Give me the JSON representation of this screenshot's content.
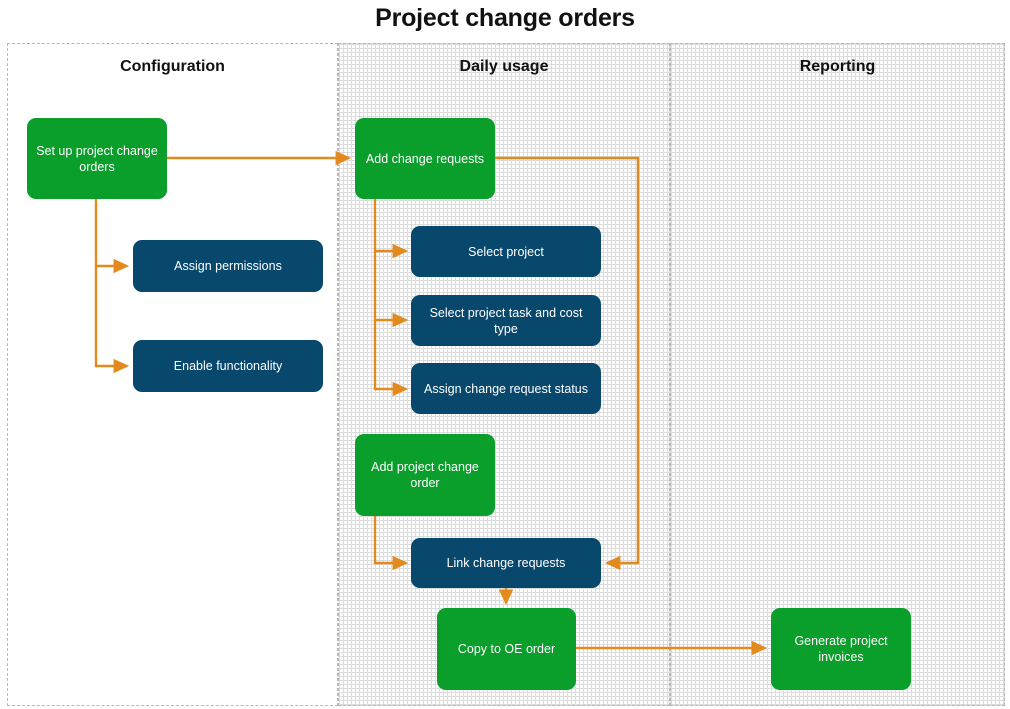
{
  "title": "Project change orders",
  "colors": {
    "green": "#0a9e2b",
    "blue": "#08486c",
    "connector": "#e28a1e",
    "lane_border": "#b8b8b8",
    "title_text": "#111111",
    "node_text": "#ffffff"
  },
  "lanes": [
    {
      "id": "configuration",
      "label": "Configuration",
      "background": "plain"
    },
    {
      "id": "daily-usage",
      "label": "Daily usage",
      "background": "textured"
    },
    {
      "id": "reporting",
      "label": "Reporting",
      "background": "textured"
    }
  ],
  "nodes": [
    {
      "id": "set-up-project-change-orders",
      "label": "Set up project change orders",
      "type": "green",
      "lane": "configuration"
    },
    {
      "id": "assign-permissions",
      "label": "Assign permissions",
      "type": "blue",
      "lane": "configuration"
    },
    {
      "id": "enable-functionality",
      "label": "Enable functionality",
      "type": "blue",
      "lane": "configuration"
    },
    {
      "id": "add-change-requests",
      "label": "Add change requests",
      "type": "green",
      "lane": "daily-usage"
    },
    {
      "id": "select-project",
      "label": "Select project",
      "type": "blue",
      "lane": "daily-usage"
    },
    {
      "id": "select-project-task-and-cost-type",
      "label": "Select project task and cost type",
      "type": "blue",
      "lane": "daily-usage"
    },
    {
      "id": "assign-change-request-status",
      "label": "Assign change request status",
      "type": "blue",
      "lane": "daily-usage"
    },
    {
      "id": "add-project-change-order",
      "label": "Add project change order",
      "type": "green",
      "lane": "daily-usage"
    },
    {
      "id": "link-change-requests",
      "label": "Link change requests",
      "type": "blue",
      "lane": "daily-usage"
    },
    {
      "id": "copy-to-oe-order",
      "label": "Copy to OE order",
      "type": "green",
      "lane": "daily-usage"
    },
    {
      "id": "generate-project-invoices",
      "label": "Generate project invoices",
      "type": "green",
      "lane": "reporting"
    }
  ],
  "edges": [
    {
      "from": "set-up-project-change-orders",
      "to": "add-change-requests"
    },
    {
      "from": "set-up-project-change-orders",
      "to": "assign-permissions"
    },
    {
      "from": "set-up-project-change-orders",
      "to": "enable-functionality"
    },
    {
      "from": "add-change-requests",
      "to": "select-project"
    },
    {
      "from": "add-change-requests",
      "to": "select-project-task-and-cost-type"
    },
    {
      "from": "add-change-requests",
      "to": "assign-change-request-status"
    },
    {
      "from": "add-change-requests",
      "to": "link-change-requests"
    },
    {
      "from": "add-project-change-order",
      "to": "link-change-requests"
    },
    {
      "from": "link-change-requests",
      "to": "copy-to-oe-order"
    },
    {
      "from": "copy-to-oe-order",
      "to": "generate-project-invoices"
    }
  ]
}
